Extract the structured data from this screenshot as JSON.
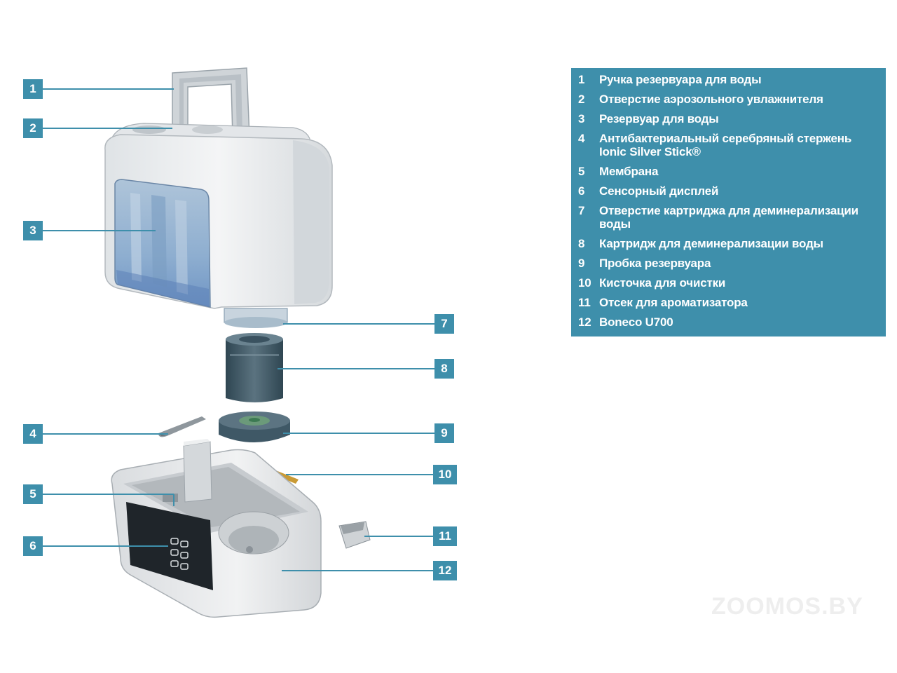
{
  "callouts": [
    {
      "num": "1"
    },
    {
      "num": "2"
    },
    {
      "num": "3"
    },
    {
      "num": "4"
    },
    {
      "num": "5"
    },
    {
      "num": "6"
    },
    {
      "num": "7"
    },
    {
      "num": "8"
    },
    {
      "num": "9"
    },
    {
      "num": "10"
    },
    {
      "num": "11"
    },
    {
      "num": "12"
    }
  ],
  "legend": {
    "items": [
      {
        "num": "1",
        "text": "Ручка резервуара для воды"
      },
      {
        "num": "2",
        "text": "Отверстие аэрозольного увлажнителя"
      },
      {
        "num": "3",
        "text": "Резервуар для воды"
      },
      {
        "num": "4",
        "text": "Антибактериальный серебряный стержень Ionic Silver Stick®"
      },
      {
        "num": "5",
        "text": "Мембрана"
      },
      {
        "num": "6",
        "text": "Сенсорный дисплей"
      },
      {
        "num": "7",
        "text": "Отверстие картриджа для деминерализации воды"
      },
      {
        "num": "8",
        "text": "Картридж для деминерализации воды"
      },
      {
        "num": "9",
        "text": "Пробка резервуара"
      },
      {
        "num": "10",
        "text": "Кисточка для очистки"
      },
      {
        "num": "11",
        "text": "Отсек для ароматизатора"
      },
      {
        "num": "12",
        "text": "Boneco U700"
      }
    ]
  },
  "watermark": "ZOOMOS.BY",
  "colors": {
    "accent": "#3e8fab",
    "device_body": "#e9ecef",
    "tank_blue": "#8fb3d6",
    "dark_part": "#3f5866"
  }
}
